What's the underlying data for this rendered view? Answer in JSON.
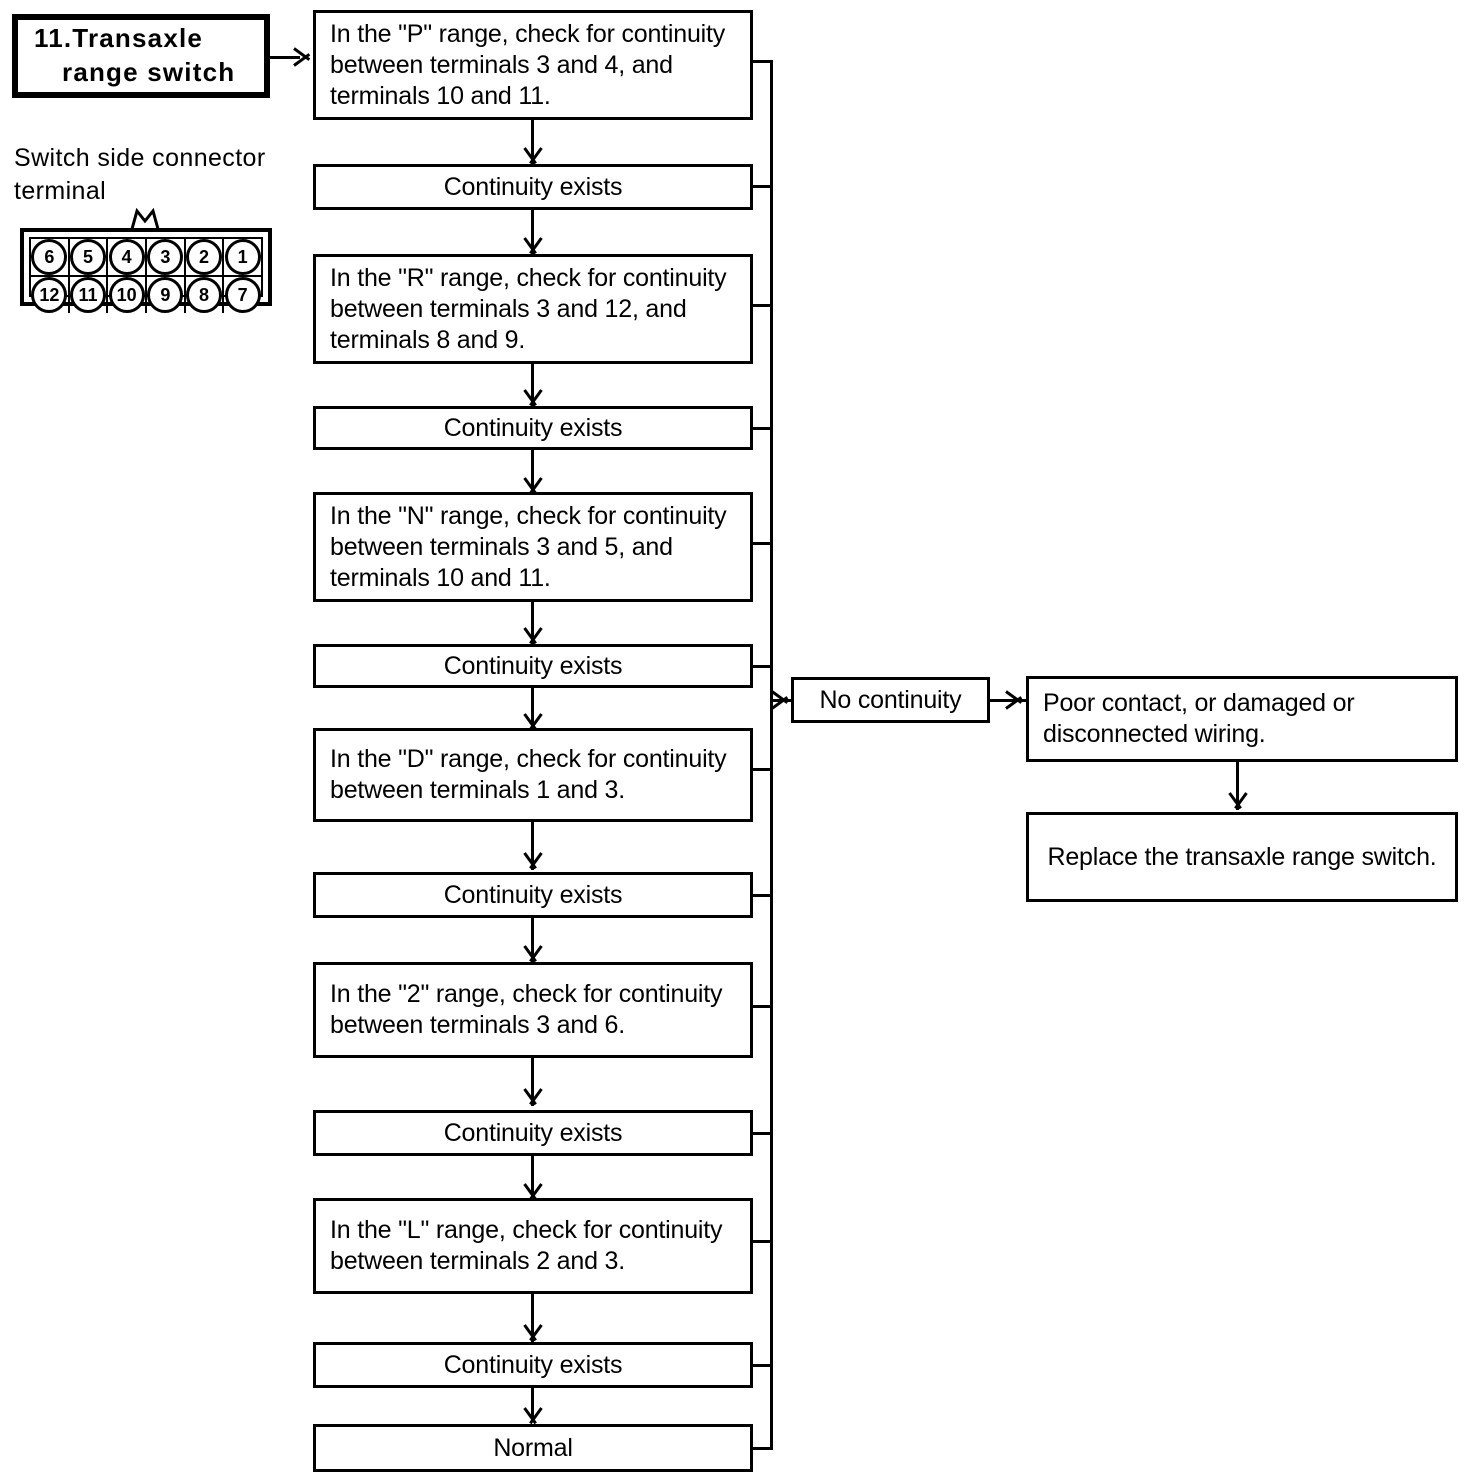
{
  "title_block": {
    "line1": "11.Transaxle",
    "line2": "range  switch"
  },
  "connector_caption": "Switch  side  connector\nterminal",
  "connector": {
    "label": "switch-side-connector-terminal",
    "row_top": [
      "6",
      "5",
      "4",
      "3",
      "2",
      "1"
    ],
    "row_bottom": [
      "12",
      "11",
      "10",
      "9",
      "8",
      "7"
    ]
  },
  "flow": {
    "steps": [
      {
        "check": "In the \"P\" range, check for continuity between terminals 3 and 4, and terminals 10 and 11.",
        "result": "Continuity exists"
      },
      {
        "check": "In the \"R\" range, check for continuity between terminals 3 and 12, and terminals 8 and 9.",
        "result": "Continuity exists"
      },
      {
        "check": "In the \"N\" range, check for continuity between terminals 3 and 5, and terminals 10 and 11.",
        "result": "Continuity exists"
      },
      {
        "check": "In the \"D\" range, check for continuity between terminals 1 and 3.",
        "result": "Continuity exists"
      },
      {
        "check": "In the \"2\" range, check for continuity between terminals 3 and 6.",
        "result": "Continuity exists"
      },
      {
        "check": "In the \"L\" range, check for continuity between terminals 2 and 3.",
        "result": "Continuity exists"
      }
    ],
    "normal": "Normal"
  },
  "fail_branch": {
    "condition": "No continuity",
    "cause": "Poor contact, or damaged or disconnected wiring.",
    "action": "Replace the transaxle range switch."
  },
  "colors": {
    "ink": "#000000",
    "paper": "#ffffff"
  }
}
